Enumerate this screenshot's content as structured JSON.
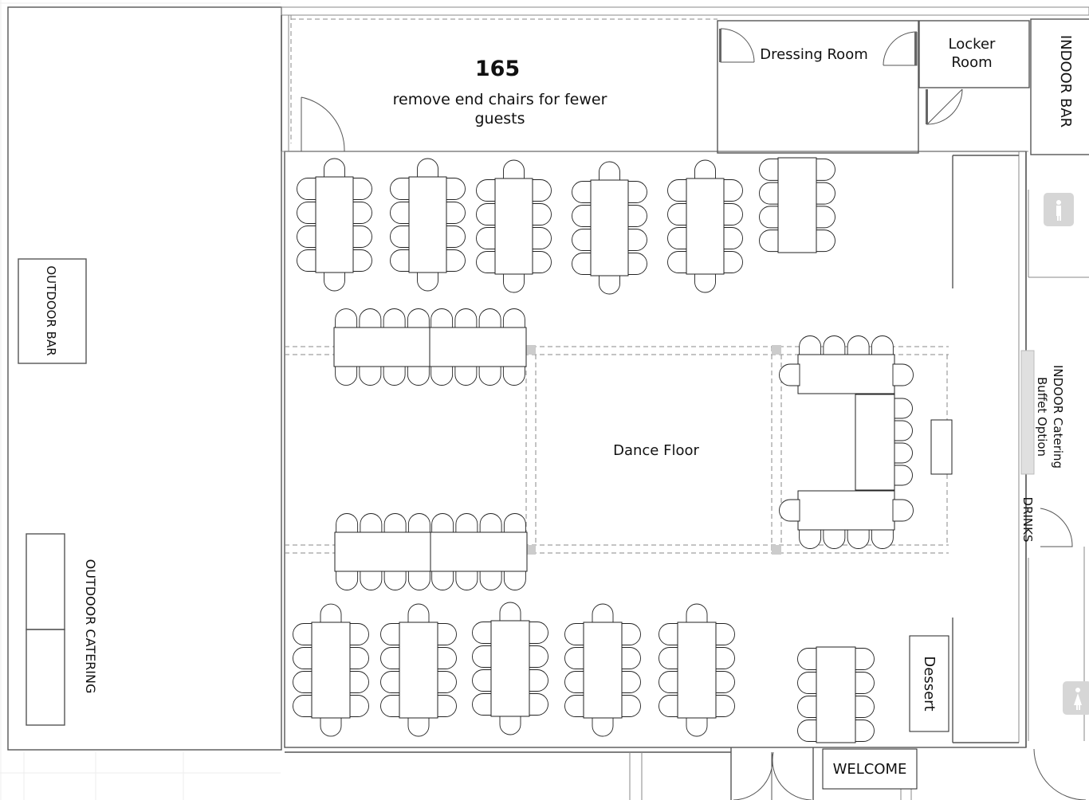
{
  "guest_count": "165",
  "note": [
    "remove end chairs for fewer",
    "guests"
  ],
  "rooms": {
    "dressing_room": "Dressing Room",
    "locker_room": [
      "Locker",
      "Room"
    ],
    "indoor_bar": "INDOOR BAR",
    "outdoor_bar": "OUTDOOR BAR",
    "outdoor_catering": "OUTDOOR CATERING",
    "dance_floor": "Dance Floor",
    "indoor_catering": [
      "INDOOR Catering",
      "Buffet Option"
    ],
    "drinks": "DRINKS",
    "dessert": "Dessert",
    "welcome": "WELCOME"
  },
  "icons": {
    "restroom_top": "restroom-icon",
    "restroom_bottom": "restroom-icon"
  }
}
